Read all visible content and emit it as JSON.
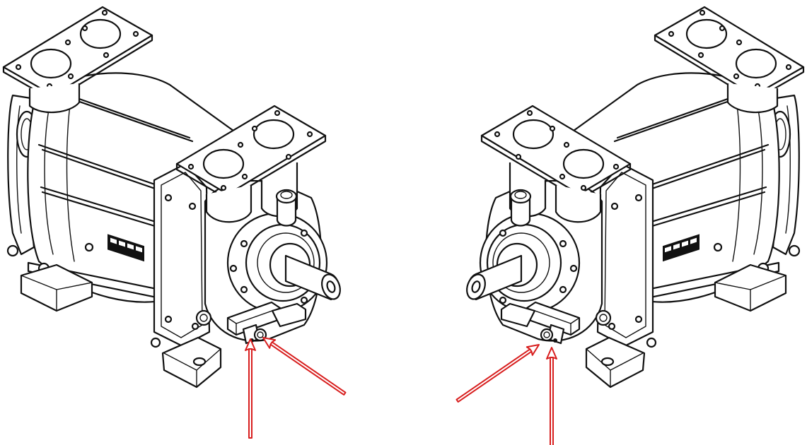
{
  "figure": {
    "left_view": "pump-left-view",
    "right_view": "pump-right-view"
  },
  "colors": {
    "line_art": "#111111",
    "arrow": "#d81e1e",
    "background": "#ffffff"
  },
  "arrows": [
    {
      "view": "left",
      "direction": "up"
    },
    {
      "view": "left",
      "direction": "up-left"
    },
    {
      "view": "right",
      "direction": "up"
    },
    {
      "view": "right",
      "direction": "up-right"
    }
  ]
}
